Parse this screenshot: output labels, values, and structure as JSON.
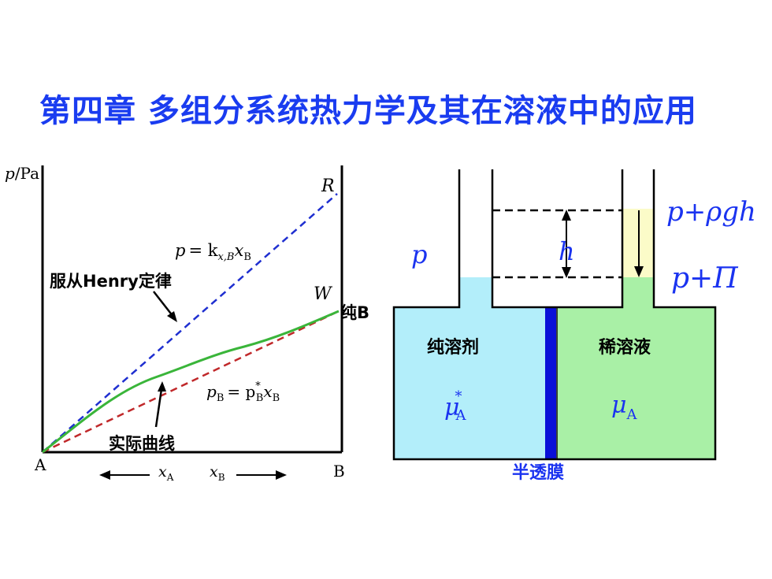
{
  "title": "第四章 多组分系统热力学及其在溶液中的应用",
  "left_diagram": {
    "y_axis_label_var": "p",
    "y_axis_label_unit": "/Pa",
    "point_R": "R",
    "point_W": "W",
    "pure_B": "纯B",
    "henry_label": "服从Henry定律",
    "henry_eq_lhs": "p",
    "henry_eq_rhs": "= k",
    "henry_eq_sub": "x,B",
    "henry_eq_x": "x",
    "henry_eq_xsub": "B",
    "raoult_p": "p",
    "raoult_sub": "B",
    "raoult_eq": "= p",
    "raoult_star": "*",
    "raoult_sub2": "B",
    "raoult_x": "x",
    "raoult_xsub": "B",
    "actual_curve": "实际曲线",
    "point_A": "A",
    "point_B": "B",
    "xA_var": "x",
    "xA_sub": "A",
    "xB_var": "x",
    "xB_sub": "B",
    "colors": {
      "henry": "#1f2fd0",
      "raoult": "#c0282a",
      "actual": "#3ab53a"
    }
  },
  "right_diagram": {
    "p_left": "p",
    "h_label": "h",
    "p_rho_gh": "p+ρgh",
    "p_pi": "p+Π",
    "pure_solvent": "纯溶剂",
    "dilute_solution": "稀溶液",
    "mu_star_var": "μ",
    "mu_star_sup": "*",
    "mu_star_sub": "A",
    "mu_var": "μ",
    "mu_sub": "A",
    "membrane": "半透膜",
    "colors": {
      "solvent": "#b3eefa",
      "solution": "#a9f0a6",
      "membrane": "#0a10d8",
      "column": "#fbfbc8",
      "text": "#1a33f0"
    }
  }
}
